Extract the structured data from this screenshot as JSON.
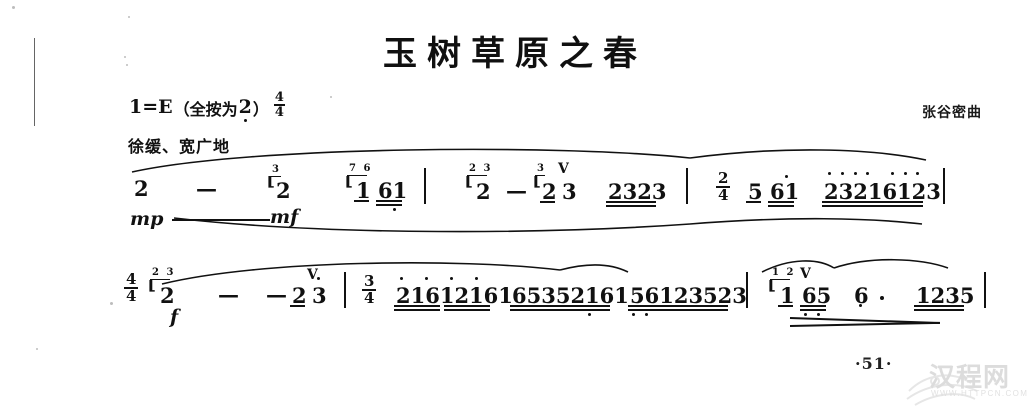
{
  "document": {
    "kind": "numbered-notation-sheet-music",
    "title": "玉树草原之春",
    "composer_credit": "张谷密曲",
    "page_number": "·51·"
  },
  "header": {
    "key_label": "1=E",
    "fingering_note_open": "（全按为",
    "fingering_note_pitch": "2",
    "fingering_note_close": "）",
    "time_signature": {
      "numerator": "4",
      "denominator": "4"
    },
    "tempo_expression": "徐缓、宽广地"
  },
  "dynamics": {
    "mp": "mp",
    "mf": "mf",
    "f": "f"
  },
  "systems": [
    {
      "id": "system-1",
      "measures": [
        {
          "id": "m1",
          "notes": [
            "2",
            "—"
          ],
          "grace": []
        },
        {
          "id": "m2",
          "notes": [
            "2"
          ],
          "grace": [
            "3"
          ]
        },
        {
          "id": "m3",
          "notes": [
            "1",
            "61"
          ],
          "grace": [
            "7",
            "6"
          ]
        },
        {
          "id": "m4",
          "notes": [
            "2",
            "—"
          ],
          "grace": [
            "2",
            "3"
          ]
        },
        {
          "id": "m5",
          "notes": [
            "2",
            "3"
          ],
          "grace": [
            "3"
          ]
        },
        {
          "id": "m6",
          "notes": [
            "2323"
          ],
          "grace": []
        },
        {
          "id": "m7",
          "time_signature": {
            "numerator": "2",
            "denominator": "4"
          },
          "notes": [
            "5",
            "61"
          ],
          "grace": []
        },
        {
          "id": "m8",
          "notes": [
            "23216123"
          ],
          "grace": []
        }
      ]
    },
    {
      "id": "system-2",
      "measures": [
        {
          "id": "m9",
          "time_signature": {
            "numerator": "4",
            "denominator": "4"
          },
          "notes": [
            "2",
            "—",
            "—",
            "2",
            "3"
          ],
          "grace": [
            "2",
            "3"
          ]
        },
        {
          "id": "m10",
          "time_signature": {
            "numerator": "3",
            "denominator": "4"
          },
          "notes": [
            "21612161"
          ],
          "grace": []
        },
        {
          "id": "m11",
          "notes": [
            "65352161"
          ],
          "grace": []
        },
        {
          "id": "m12",
          "notes": [
            "56123523"
          ],
          "grace": []
        },
        {
          "id": "m13",
          "notes": [
            "1",
            "65"
          ],
          "grace": [
            "1",
            "2"
          ]
        },
        {
          "id": "m14",
          "notes": [
            "6"
          ],
          "grace": []
        },
        {
          "id": "m15",
          "notes": [
            "1235"
          ],
          "grace": []
        }
      ]
    }
  ],
  "watermark": {
    "text": "汉程网",
    "url": "WWW.HTTPCN.COM"
  }
}
